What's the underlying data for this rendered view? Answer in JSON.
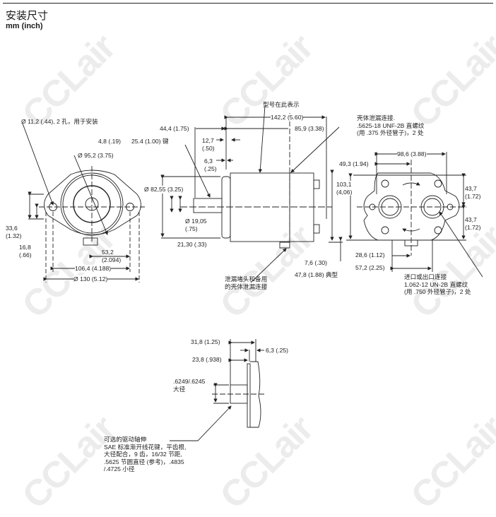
{
  "header": {
    "title": "安装尺寸",
    "units": "mm (inch)"
  },
  "watermark": "CCLair",
  "front_view": {
    "mount_holes": "Ø 11,2 (.44), 2 孔，用于安装",
    "pilot_dia": "Ø 95,2 (3.75)",
    "dim_33_6": [
      "33,6",
      "(1.32)"
    ],
    "dim_16_8": [
      "16,8",
      "(.66)"
    ],
    "dim_53_2": [
      "53,2",
      "(2.094)"
    ],
    "dim_106_4": "106,4 (4.188)",
    "dim_130": "Ø 130 (5.12)"
  },
  "side_view": {
    "dim_44_4": "44,4 (1.75)",
    "dim_4_8": "4,8 (.19)",
    "key": "25.4 (1.00) 键",
    "dim_12_7": [
      "12,7",
      "(.50)"
    ],
    "dim_6_3": [
      "6,3",
      "(.25)"
    ],
    "dim_82_55": "Ø 82,55 (3.25)",
    "dim_19_05": [
      "Ø 19,05",
      "(.75)"
    ],
    "dim_21_30": "21,30 (.33)",
    "model_here": "型号在此表示",
    "dim_142_2": "142,2 (5.60)",
    "dim_85_9": "85,9 (3.38)",
    "drain_plug": [
      "泄漏堵头和备用",
      "的壳体泄漏连接"
    ],
    "dim_103_1": [
      "103,1",
      "(4,06)"
    ],
    "dim_7_6": "7,6 (.30)",
    "dim_47_8": "47,8 (1.88) 典型"
  },
  "rear_view": {
    "case_drain": [
      "壳体泄漏连接.",
      ".5625-18 UNF-2B 直螺纹",
      "(用 .375 外径管子)，2 处"
    ],
    "dim_98_6": "98,6 (3.88)",
    "dim_49_3": "49,3 (1.94)",
    "dim_43_7_a": [
      "43,7",
      "(1.72)"
    ],
    "dim_43_7_b": [
      "43,7",
      "(1.72)"
    ],
    "dim_28_6": "28,6 (1.12)",
    "dim_57_2": "57,2 (2.25)",
    "port": [
      "进口或出口连接",
      "1.062-12 UN-2B 直螺纹",
      "(用 .750 外径管子)，2 处"
    ]
  },
  "spline_view": {
    "dim_31_8": "31,8 (1.25)",
    "dim_23_8": "23,8 (.938)",
    "dim_6_3": "6,3 (.25)",
    "major_dia": [
      ".6249/.6245",
      "大径"
    ],
    "note": [
      "可选的驱动轴伸",
      "SAE 标准渐开线花键，平齿根,",
      "大径配合，9 齿，16/32 节距,",
      ".5625 节圆直径 (参考)，.4835",
      "/.4725 小径"
    ]
  }
}
